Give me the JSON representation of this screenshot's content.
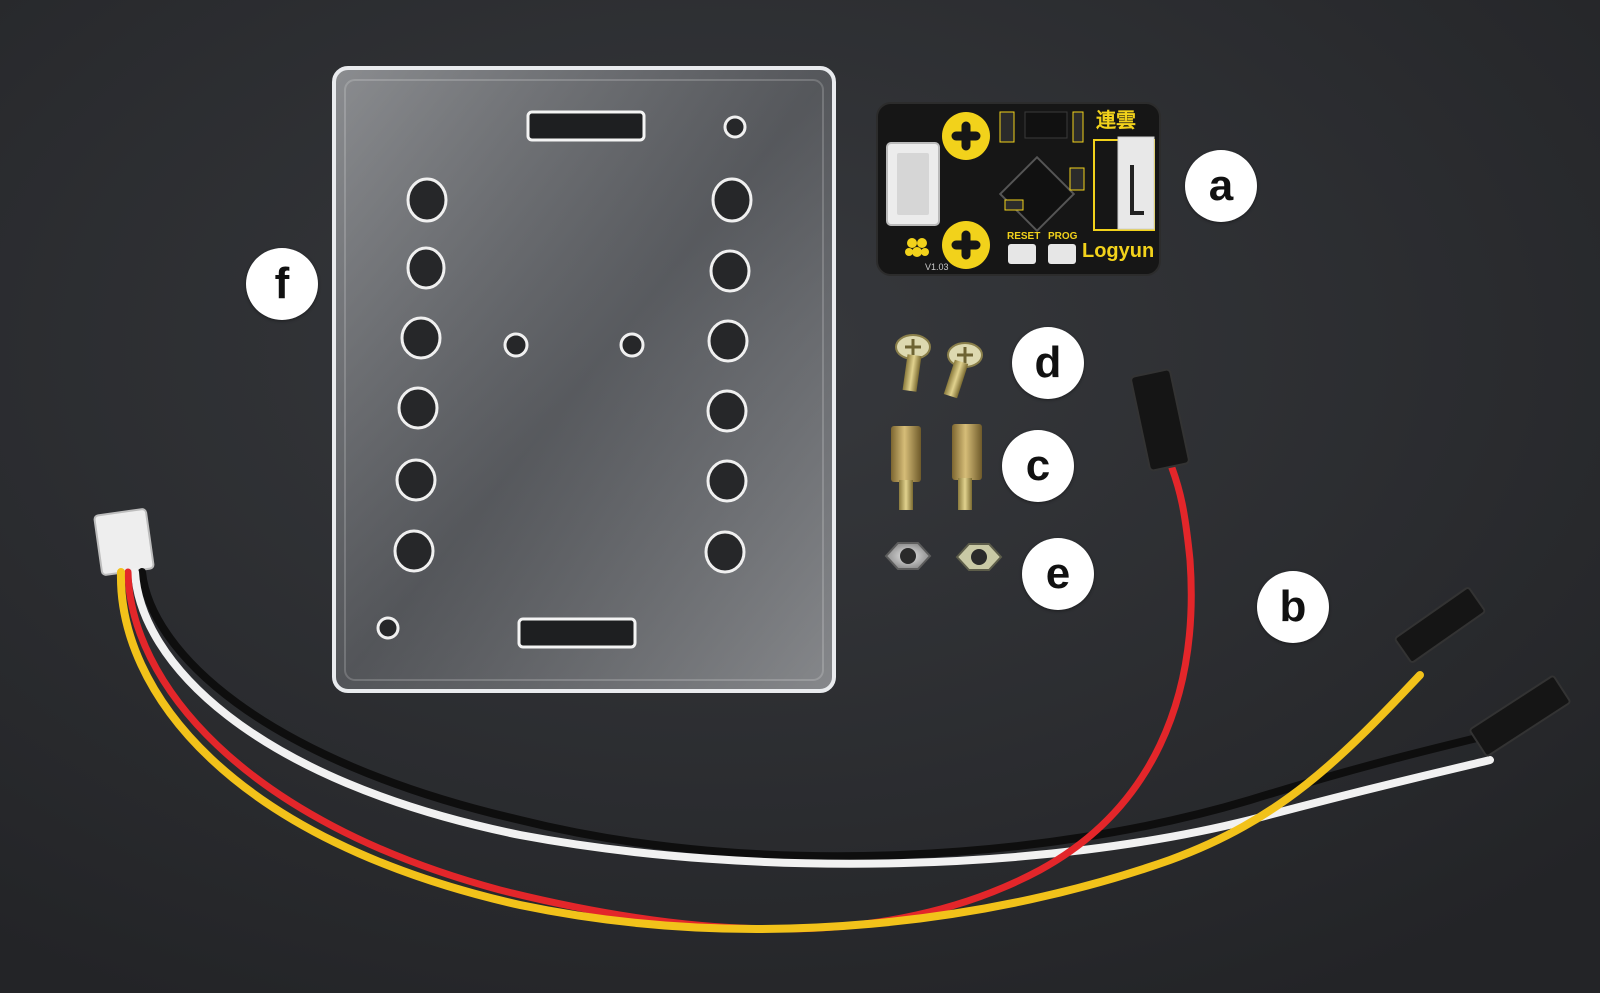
{
  "labels": {
    "a": "a",
    "b": "b",
    "c": "c",
    "d": "d",
    "e": "e",
    "f": "f"
  },
  "board": {
    "brand_text": "Logyun",
    "chinese_text": "連雲",
    "version_text": "V1.03",
    "reset_text": "RESET",
    "prog_text": "PROG"
  },
  "colors": {
    "background": "#2b2d30",
    "board": "#161616",
    "board_silkscreen": "#f2d21b",
    "acrylic_plate": "#c9ccd0",
    "wire_red": "#e3262a",
    "wire_yellow": "#f2c21a",
    "wire_white": "#f1f1f1",
    "wire_black": "#101010",
    "brass": "#b79a55"
  }
}
